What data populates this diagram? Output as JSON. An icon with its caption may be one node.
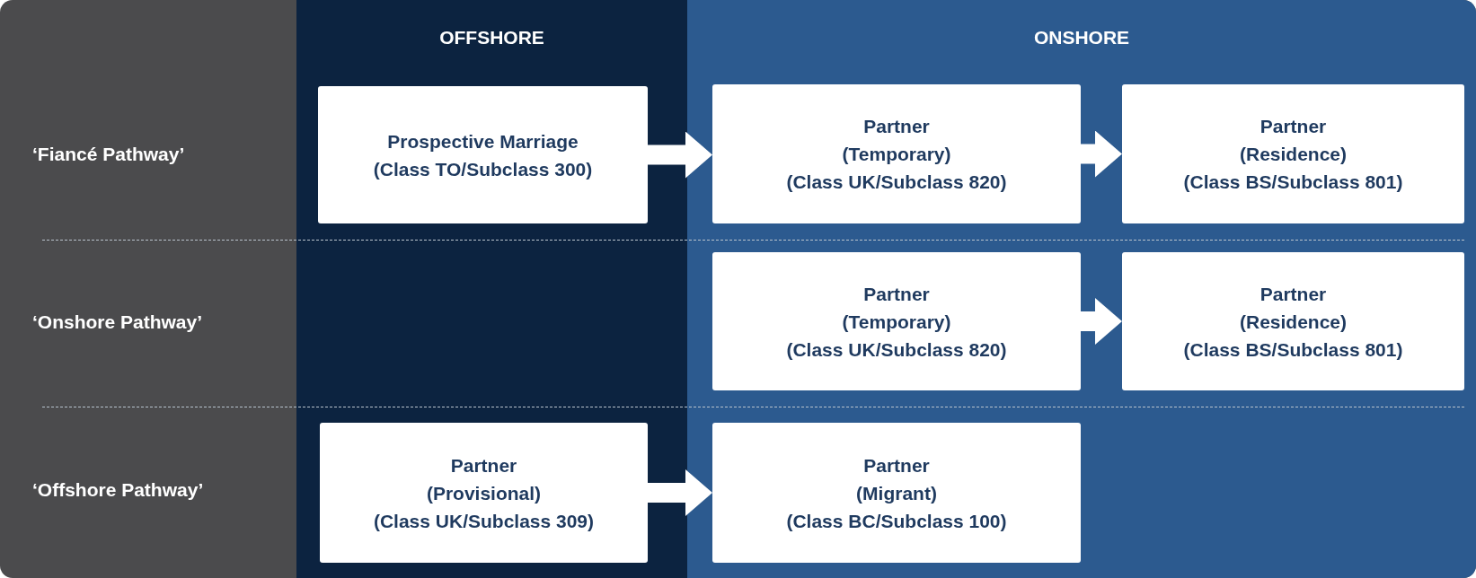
{
  "diagram": {
    "nodes": [
      {
        "text": [
          "OFFSHORE"
        ]
      },
      {
        "text": [
          "ONSHORE"
        ]
      },
      {
        "text": [
          "Prospective Marriage",
          "(Class TO/Subclass 300)"
        ],
        "in": 0
      },
      {
        "text": [
          "Partner",
          "(Temporary)",
          "(Class UK/Subclass 820)"
        ],
        "in": 1
      },
      {
        "text": [
          "Partner",
          "(Residence)",
          "(Class BS/Subclass 801)"
        ],
        "in": 1
      },
      {
        "text": [
          "Partner",
          "(Temporary)",
          "(Class UK/Subclass 820)"
        ],
        "in": 1
      },
      {
        "text": [
          "Partner",
          "(Residence)",
          "(Class BS/Subclass 801)"
        ],
        "in": 1
      },
      {
        "text": [
          "Partner",
          "(Provisional)",
          "(Class UK/Subclass 309)"
        ],
        "in": 0
      },
      {
        "text": [
          "Partner",
          "(Migrant)",
          "(Class BC/Subclass 100)"
        ],
        "in": 1
      }
    ],
    "edges": [
      {
        "from": 2,
        "to": 3,
        "arrow": "to"
      },
      {
        "from": 3,
        "to": 4,
        "arrow": "to"
      },
      {
        "from": 5,
        "to": 6,
        "arrow": "to"
      },
      {
        "from": 7,
        "to": 8,
        "arrow": "to"
      }
    ],
    "labels": [
      "‘Fiancé Pathway’",
      "‘Onshore Pathway’",
      "‘Offshore Pathway’"
    ]
  }
}
